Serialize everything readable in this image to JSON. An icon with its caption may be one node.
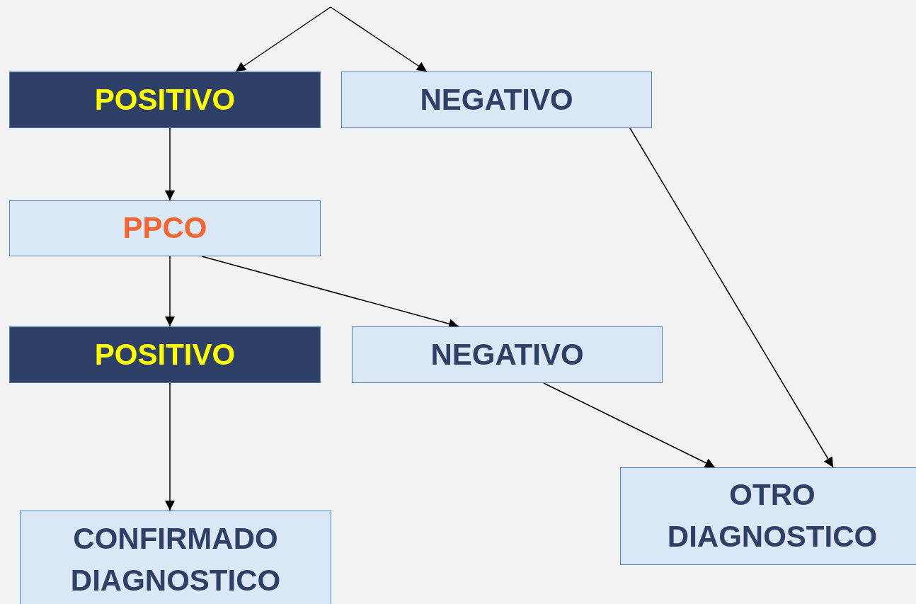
{
  "diagram": {
    "nodes": [
      {
        "text": [
          "POSITIVO"
        ]
      },
      {
        "text": [
          "NEGATIVO"
        ]
      },
      {
        "text": [
          "PPCO"
        ]
      },
      {
        "text": [
          "POSITIVO"
        ]
      },
      {
        "text": [
          "NEGATIVO"
        ]
      },
      {
        "text": [
          "CONFIRMADO DIAGNOSTICO"
        ]
      },
      {
        "text": [
          "OTRO DIAGNOSTICO"
        ]
      }
    ],
    "edges": [
      {
        "from": null,
        "to": 0,
        "arrow": "to"
      },
      {
        "from": null,
        "to": 1,
        "arrow": "to"
      },
      {
        "from": 0,
        "to": 2,
        "arrow": "to"
      },
      {
        "from": 2,
        "to": 3,
        "arrow": "to"
      },
      {
        "from": 2,
        "to": 4,
        "arrow": "to"
      },
      {
        "from": 1,
        "to": 6,
        "arrow": "to"
      },
      {
        "from": 4,
        "to": 6,
        "arrow": "to"
      },
      {
        "from": 3,
        "to": 5,
        "arrow": "to"
      }
    ]
  }
}
